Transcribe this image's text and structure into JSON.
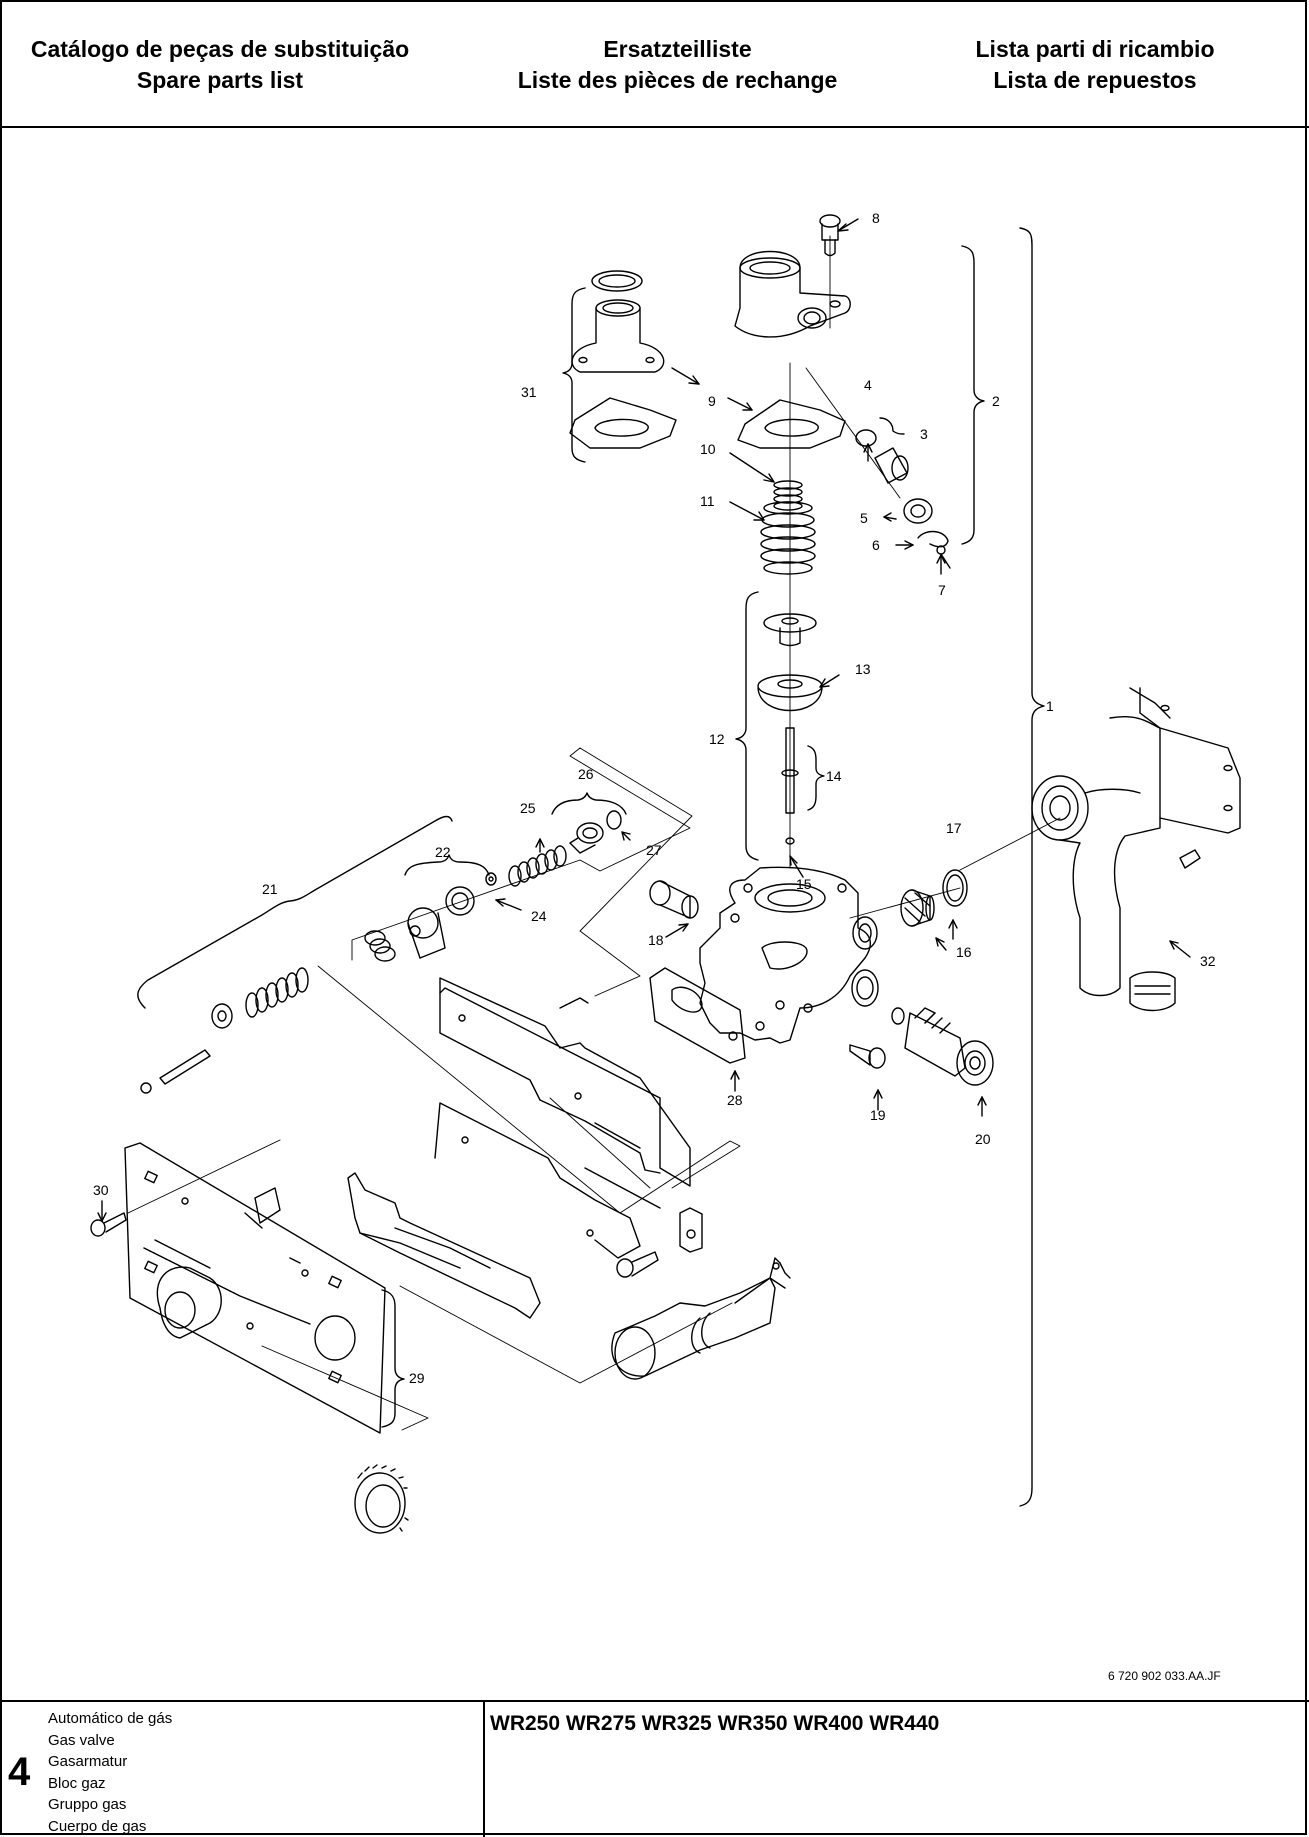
{
  "header": {
    "col1": [
      "Catálogo de peças de substituição",
      "Spare parts list"
    ],
    "col2": [
      "Ersatzteilliste",
      "Liste des pièces de rechange"
    ],
    "col3": [
      "Lista parti di ricambio",
      "Lista de repuestos"
    ]
  },
  "diagram": {
    "callouts": [
      "1",
      "2",
      "3",
      "4",
      "5",
      "6",
      "7",
      "8",
      "9",
      "10",
      "11",
      "12",
      "13",
      "14",
      "15",
      "16",
      "17",
      "18",
      "19",
      "20",
      "21",
      "22",
      "24",
      "25",
      "26",
      "27",
      "28",
      "29",
      "30",
      "31",
      "32"
    ],
    "drawing_ref": "6 720 902 033.AA.JF"
  },
  "footer": {
    "section_number": "4",
    "section_names": [
      "Automático de gás",
      "Gas valve",
      "Gasarmatur",
      "Bloc gaz",
      "Gruppo gas",
      "Cuerpo de gas"
    ],
    "models": "WR250 WR275 WR325 WR350 WR400 WR440"
  }
}
